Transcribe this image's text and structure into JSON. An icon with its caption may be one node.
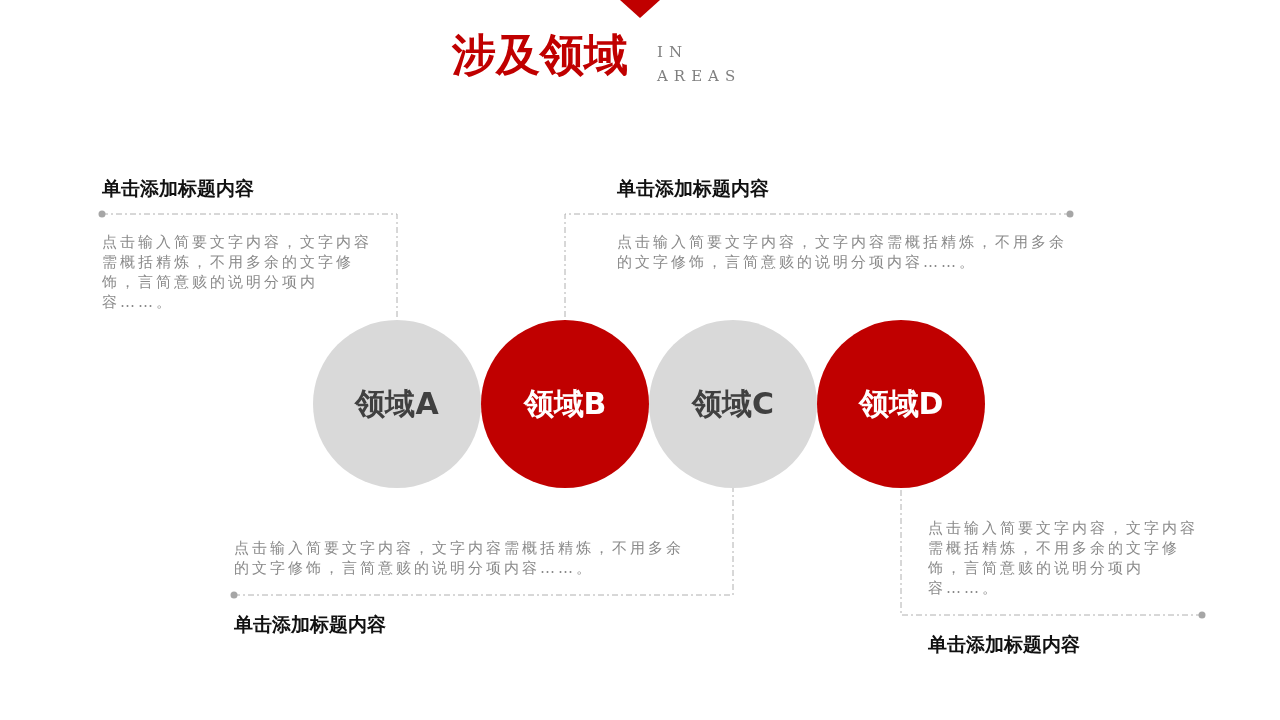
{
  "diagram": {
    "title": "涉及领域",
    "nodes": [
      {
        "text": [
          "领域A"
        ]
      },
      {
        "text": [
          "领域B"
        ]
      },
      {
        "text": [
          "领域C"
        ]
      },
      {
        "text": [
          "领域D"
        ]
      },
      {
        "text": [
          "单击添加标题内容",
          "点击输入简要文字内容，文字内容需概括精炼，不用多余的文字修饰，言简意赅的说明分项内容……。"
        ]
      },
      {
        "text": [
          "单击添加标题内容",
          "点击输入简要文字内容，文字内容需概括精炼，不用多余的文字修饰，言简意赅的说明分项内容……。"
        ]
      },
      {
        "text": [
          "点击输入简要文字内容，文字内容需概括精炼，不用多余的文字修饰，言简意赅的说明分项内容……。",
          "单击添加标题内容"
        ]
      },
      {
        "text": [
          "点击输入简要文字内容，文字内容需概括精炼，不用多余的文字修饰，言简意赅的说明分项内容……。",
          "单击添加标题内容"
        ]
      }
    ],
    "edges": [
      {
        "from": 4,
        "to": 0,
        "arrow": "other",
        "style": "dashed"
      },
      {
        "from": 5,
        "to": 1,
        "arrow": "other",
        "style": "dashed"
      },
      {
        "from": 6,
        "to": 2,
        "arrow": "other",
        "style": "dashed"
      },
      {
        "from": 7,
        "to": 3,
        "arrow": "other",
        "style": "dashed"
      }
    ],
    "labels": [
      "IN AREAS"
    ]
  }
}
